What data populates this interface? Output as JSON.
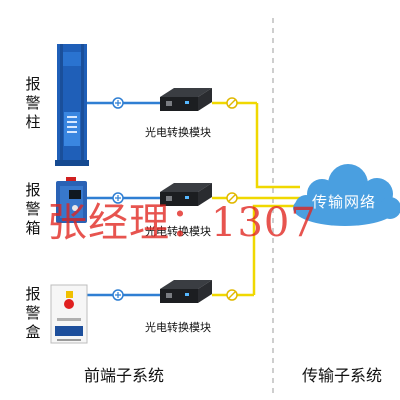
{
  "devices": [
    {
      "name": "报警柱",
      "chars": [
        "报",
        "警",
        "柱"
      ]
    },
    {
      "name": "报警箱",
      "chars": [
        "报",
        "警",
        "箱"
      ]
    },
    {
      "name": "报警盒",
      "chars": [
        "报",
        "警",
        "盒"
      ]
    }
  ],
  "modules": [
    {
      "label": "光电转换模块"
    },
    {
      "label": "光电转换模块"
    },
    {
      "label": "光电转换模块"
    }
  ],
  "cloud": {
    "label": "传输网络"
  },
  "sections": {
    "front": "前端子系统",
    "transport": "传输子系统"
  },
  "watermark": "张经理：1307",
  "colors": {
    "blue_wire": "#2f7fd3",
    "yellow_wire": "#f0d800",
    "cloud": "#4a9fe0",
    "divider": "#b9b9b9",
    "watermark": "#e0241e"
  },
  "icons": [
    "ethernet-port-icon",
    "fiber-port-icon"
  ]
}
